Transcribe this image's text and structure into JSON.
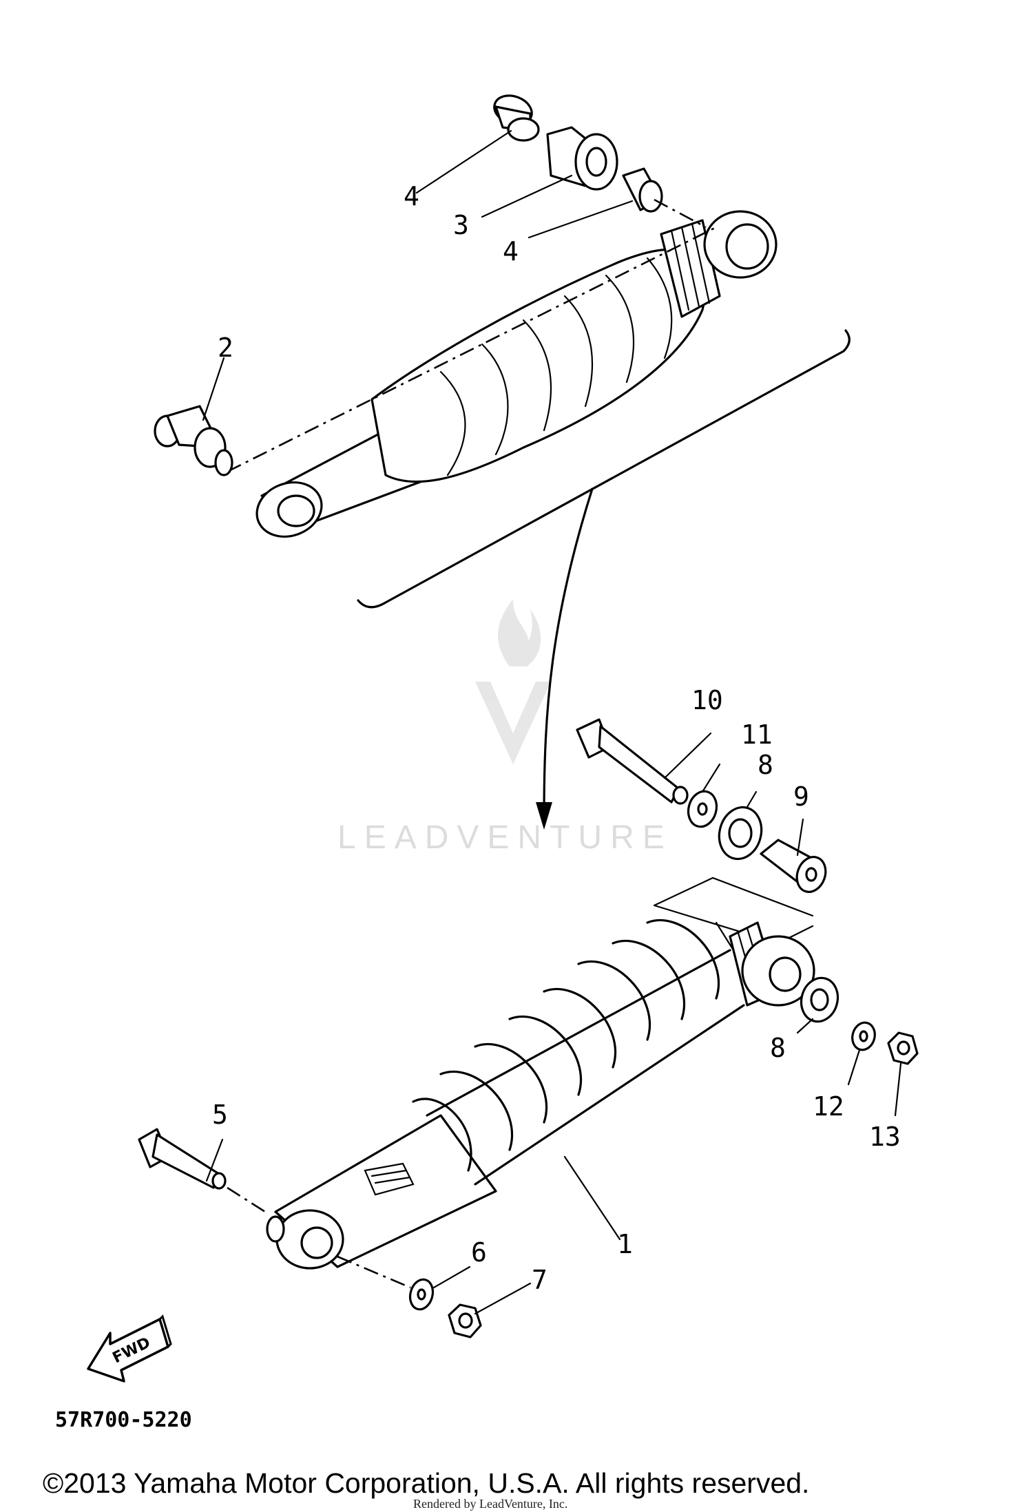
{
  "diagram": {
    "callouts": [
      {
        "id": "c-4a",
        "text": "4"
      },
      {
        "id": "c-3",
        "text": "3"
      },
      {
        "id": "c-4b",
        "text": "4"
      },
      {
        "id": "c-2",
        "text": "2"
      },
      {
        "id": "c-10",
        "text": "10"
      },
      {
        "id": "c-11",
        "text": "11"
      },
      {
        "id": "c-8a",
        "text": "8"
      },
      {
        "id": "c-9",
        "text": "9"
      },
      {
        "id": "c-8b",
        "text": "8"
      },
      {
        "id": "c-12",
        "text": "12"
      },
      {
        "id": "c-13",
        "text": "13"
      },
      {
        "id": "c-5",
        "text": "5"
      },
      {
        "id": "c-1",
        "text": "1"
      },
      {
        "id": "c-6",
        "text": "6"
      },
      {
        "id": "c-7",
        "text": "7"
      }
    ],
    "fwd_label": "FWD",
    "diagram_code": "57R700-5220"
  },
  "watermark": {
    "text": "LEADVENTURE"
  },
  "footer": {
    "copyright": "©2013 Yamaha Motor Corporation, U.S.A. All rights reserved.",
    "rendered_by": "Rendered by LeadVenture, Inc."
  }
}
